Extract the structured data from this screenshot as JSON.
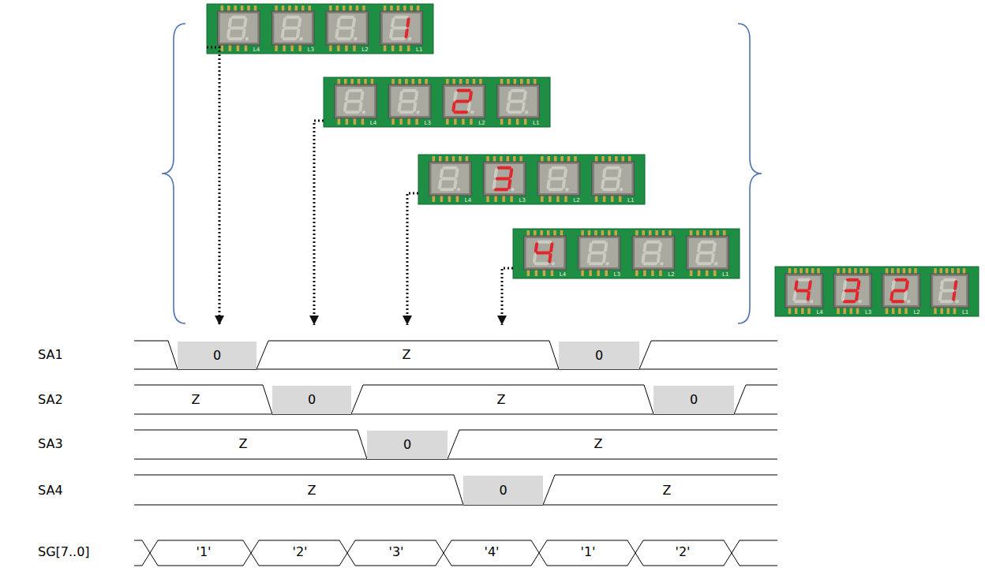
{
  "diagram": {
    "nodes": [
      {
        "text": [
          "L4",
          "L3",
          "L2",
          "L1"
        ]
      },
      {
        "text": [
          "L4",
          "L3",
          "L2",
          "L1"
        ]
      },
      {
        "text": [
          "L4",
          "L3",
          "L2",
          "L1"
        ]
      },
      {
        "text": [
          "L4",
          "L3",
          "L2",
          "L1"
        ]
      },
      {
        "text": [
          "L4",
          "L3",
          "L2",
          "L1"
        ]
      },
      {
        "text": [
          "0"
        ]
      },
      {
        "text": [
          "0"
        ]
      },
      {
        "text": [
          "0"
        ]
      },
      {
        "text": [
          "0"
        ]
      },
      {
        "text": [
          "0"
        ]
      },
      {
        "text": [
          "0"
        ]
      }
    ],
    "labels": [
      "SA1",
      "Z",
      "SA2",
      "Z",
      "Z",
      "SA3",
      "Z",
      "Z",
      "SA4",
      "Z",
      "Z",
      "SG[7..0]",
      "'1'",
      "'2'",
      "'3'",
      "'4'",
      "'1'",
      "'2'"
    ]
  }
}
